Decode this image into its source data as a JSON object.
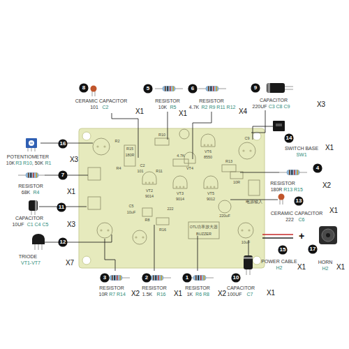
{
  "diagram": {
    "nodes": [
      {
        "text": [
          "8"
        ]
      },
      {
        "text": [
          "5"
        ]
      },
      {
        "text": [
          "6"
        ]
      },
      {
        "text": [
          "9"
        ]
      },
      {
        "text": [
          "16"
        ]
      },
      {
        "text": [
          "14"
        ]
      },
      {
        "text": [
          "7"
        ]
      },
      {
        "text": [
          "4"
        ]
      },
      {
        "text": [
          "11"
        ]
      },
      {
        "text": [
          "13"
        ]
      },
      {
        "text": [
          "15"
        ]
      },
      {
        "text": [
          "17"
        ]
      },
      {
        "text": [
          "12"
        ]
      },
      {
        "text": [
          "3"
        ]
      },
      {
        "text": [
          "2"
        ]
      },
      {
        "text": [
          "1"
        ]
      },
      {
        "text": [
          "10"
        ]
      }
    ],
    "labels": [
      "CERAMIC CAPACITOR",
      "101",
      "C2",
      "X1",
      "RESISTOR",
      "10K",
      "R5",
      "X1",
      "RESISTOR",
      "4.7K",
      "R2 R9 R11 R12",
      "X4",
      "CAPACITOR",
      "220UF",
      "C3 C8 C9",
      "X3",
      "SWITCH BASE",
      "SW1",
      "X1",
      "RESISTOR",
      "180R",
      "R13 R15",
      "X2",
      "CERAMIC CAPACITOR",
      "222",
      "C6",
      "X1",
      "+",
      "POWER CABLE",
      "H2",
      "X1",
      "HORN",
      "H2",
      "X1",
      "CAPACITOR",
      "100UF",
      "C7",
      "X1",
      "RESISTOR",
      "1K",
      "R6 R8",
      "X2",
      "RESISTOR",
      "1.5K",
      "R16",
      "X1",
      "RESISTOR",
      "10R",
      "R7 R14",
      "X2",
      "TRIODE",
      "VT1-VT7",
      "X7",
      "CAPACITOR",
      "10UF",
      "C1 C4 C5",
      "X3",
      "RESISTOR",
      "68K",
      "R4",
      "X1",
      "POTENTIOMETER",
      "10K",
      "R3 R10",
      ", 50K",
      "R1",
      "X3",
      "R15",
      "180R",
      "R2",
      "R4",
      "R10",
      "R11",
      "4.7K",
      "VT6",
      "8550",
      "VT4",
      "VT3",
      "9014",
      "VT5",
      "9012",
      "R13",
      "10R",
      "VT2",
      "9014",
      "222",
      "C5",
      "10uF",
      "R16",
      "R8",
      "OTL功率放大器",
      "BUZZER",
      "电源输入",
      "C9",
      "220uF",
      "10uF",
      "101",
      "C2"
    ]
  }
}
